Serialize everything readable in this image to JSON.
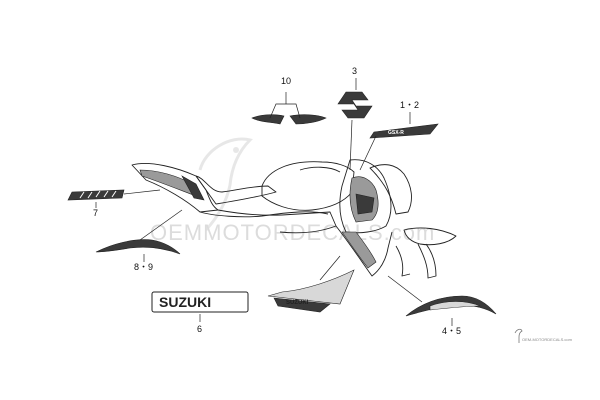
{
  "callouts": {
    "c10": "10",
    "c3": "3",
    "c12": "1・2",
    "c7": "7",
    "c89": "8・9",
    "c6": "6",
    "c45": "4・5"
  },
  "decals": {
    "suzuki_logo_text": "SUZUKI",
    "side_panel_text": "SUZUKI"
  },
  "watermark": {
    "main": "OEMMOTORDECALS.com",
    "corner": "OEM-MOTORDECALS.com"
  }
}
